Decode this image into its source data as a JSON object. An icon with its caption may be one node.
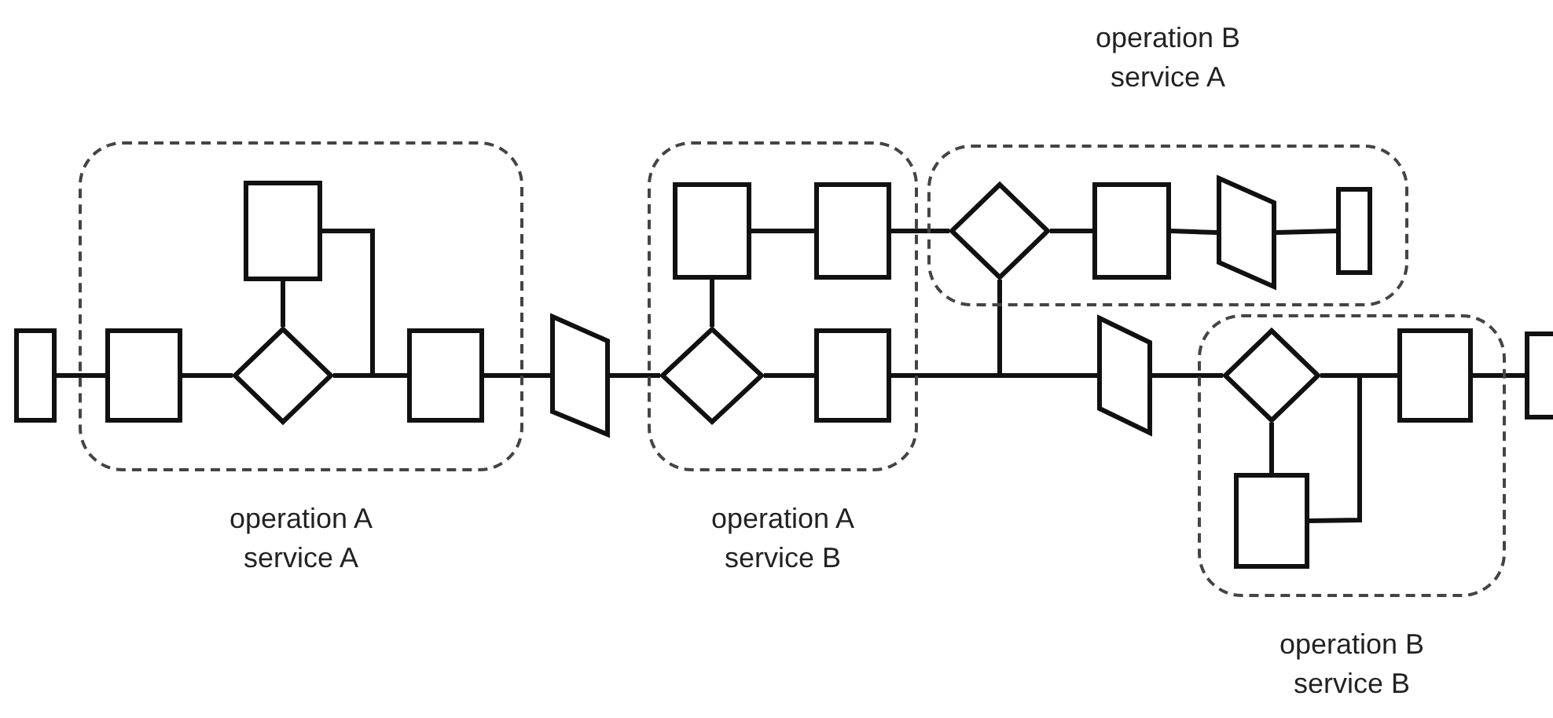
{
  "diagram": {
    "nodes": [
      {
        "text": [
          "operation A service A"
        ]
      },
      {
        "text": [],
        "shape": "box"
      },
      {
        "text": [],
        "shape": "box",
        "in": 0
      },
      {
        "text": [],
        "shape": "box",
        "in": 0
      },
      {
        "text": [],
        "shape": "diamond",
        "in": 0
      },
      {
        "text": [],
        "shape": "box",
        "in": 0
      },
      {
        "text": [],
        "shape": "parallelogram"
      },
      {
        "text": [
          "operation A service B"
        ]
      },
      {
        "text": [],
        "shape": "box",
        "in": 7
      },
      {
        "text": [],
        "shape": "box",
        "in": 7
      },
      {
        "text": [],
        "shape": "diamond",
        "in": 7
      },
      {
        "text": [],
        "shape": "box",
        "in": 7
      },
      {
        "text": [
          "operation B service A"
        ]
      },
      {
        "text": [],
        "shape": "diamond",
        "in": 12
      },
      {
        "text": [],
        "shape": "box",
        "in": 12
      },
      {
        "text": [],
        "shape": "parallelogram",
        "in": 12
      },
      {
        "text": [],
        "shape": "box",
        "in": 12
      },
      {
        "text": [],
        "shape": "parallelogram"
      },
      {
        "text": [
          "operation B service B"
        ]
      },
      {
        "text": [],
        "shape": "diamond",
        "in": 18
      },
      {
        "text": [],
        "shape": "box",
        "in": 18
      },
      {
        "text": [],
        "shape": "box",
        "in": 18
      },
      {
        "text": [],
        "shape": "box"
      }
    ],
    "edges": [
      {
        "from": 1,
        "to": 2,
        "arrow": "none"
      },
      {
        "from": 2,
        "to": 4,
        "arrow": "none"
      },
      {
        "from": 4,
        "to": 3,
        "arrow": "none"
      },
      {
        "from": 3,
        "to": 5,
        "arrow": "none"
      },
      {
        "from": 4,
        "to": 5,
        "arrow": "none"
      },
      {
        "from": 5,
        "to": 6,
        "arrow": "none"
      },
      {
        "from": 6,
        "to": 10,
        "arrow": "none"
      },
      {
        "from": 10,
        "to": 8,
        "arrow": "none"
      },
      {
        "from": 8,
        "to": 9,
        "arrow": "none"
      },
      {
        "from": 9,
        "to": 13,
        "arrow": "none"
      },
      {
        "from": 10,
        "to": 11,
        "arrow": "none"
      },
      {
        "from": 11,
        "to": 17,
        "arrow": "none"
      },
      {
        "from": 13,
        "to": 17,
        "arrow": "none"
      },
      {
        "from": 13,
        "to": 14,
        "arrow": "none"
      },
      {
        "from": 14,
        "to": 15,
        "arrow": "none"
      },
      {
        "from": 15,
        "to": 16,
        "arrow": "none"
      },
      {
        "from": 17,
        "to": 19,
        "arrow": "none"
      },
      {
        "from": 19,
        "to": 20,
        "arrow": "none"
      },
      {
        "from": 19,
        "to": 21,
        "arrow": "none"
      },
      {
        "from": 21,
        "to": 20,
        "arrow": "none"
      },
      {
        "from": 20,
        "to": 22,
        "arrow": "none"
      }
    ]
  }
}
